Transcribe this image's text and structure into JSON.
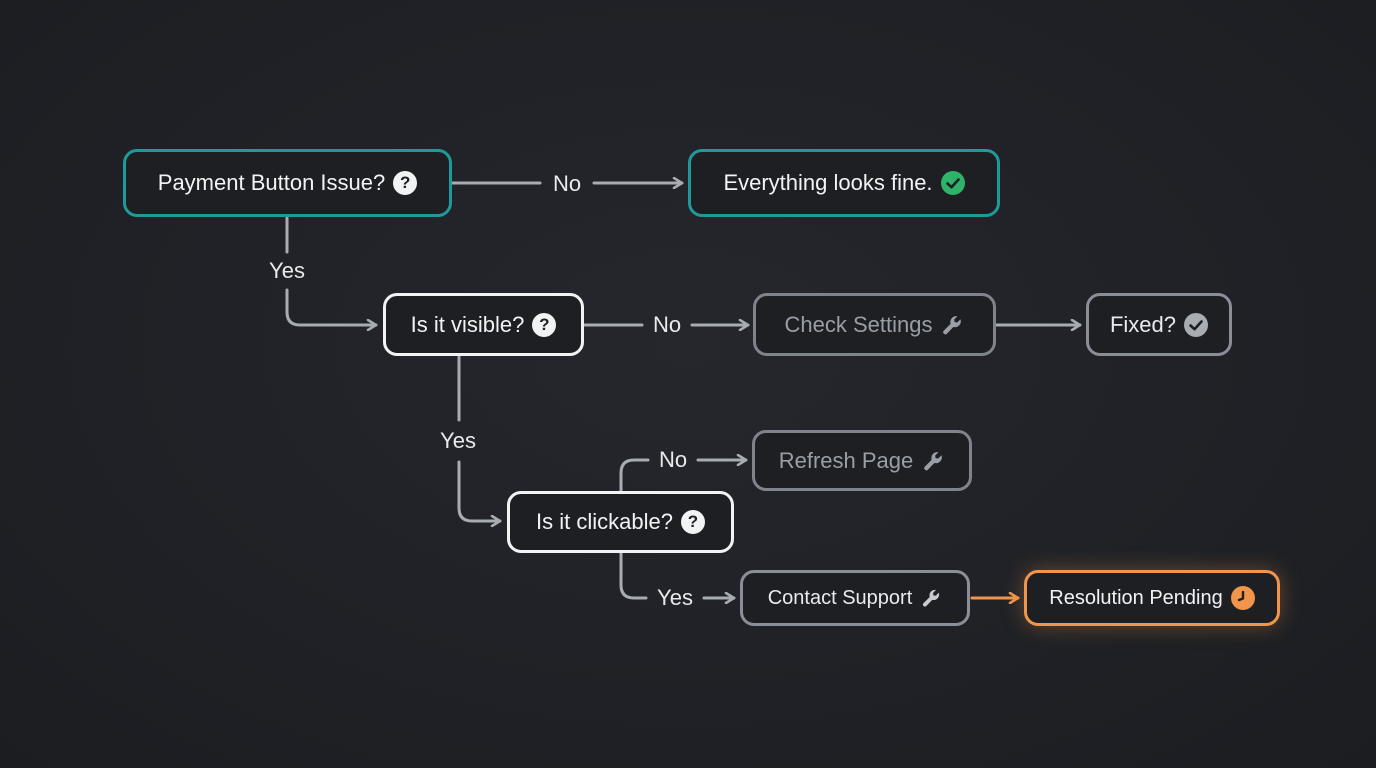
{
  "nodes": {
    "payment_issue": "Payment Button Issue?",
    "looks_fine": "Everything looks fine.",
    "visible": "Is it visible?",
    "check_settings": "Check Settings",
    "fixed": "Fixed?",
    "clickable": "Is it clickable?",
    "refresh_page": "Refresh Page",
    "contact_support": "Contact Support",
    "resolution_pending": "Resolution Pending"
  },
  "edge_labels": {
    "issue_no": "No",
    "issue_yes": "Yes",
    "visible_no": "No",
    "visible_yes": "Yes",
    "clickable_no": "No",
    "clickable_yes": "Yes"
  },
  "colors": {
    "background": "#1f2126",
    "teal": "#1f9a9a",
    "white": "#f2f3f5",
    "gray": "#7f838b",
    "orange": "#f0954a",
    "green": "#2fb36a"
  },
  "icons": {
    "question": "question-circle-icon",
    "check_green": "check-circle-icon",
    "check_gray": "check-circle-icon",
    "wrench": "wrench-icon",
    "clock": "clock-icon"
  }
}
